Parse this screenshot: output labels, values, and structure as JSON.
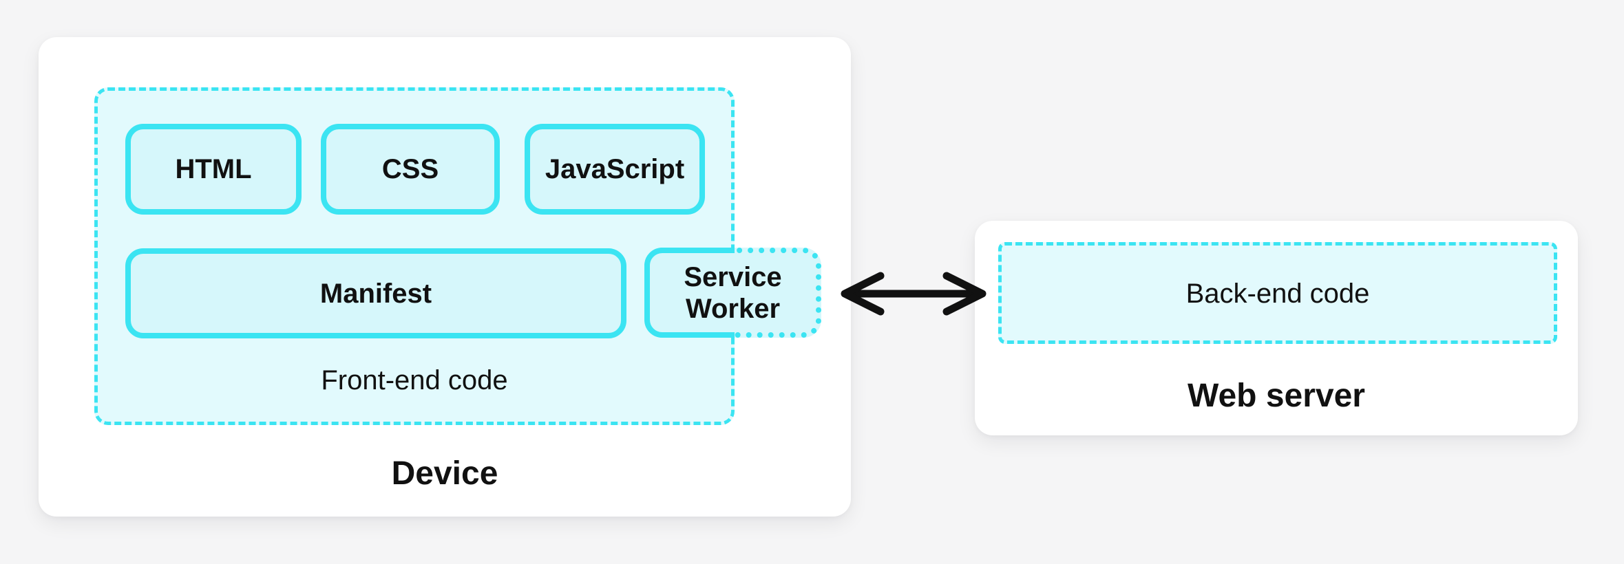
{
  "device_card": {
    "label": "Device",
    "frontend_group": {
      "label": "Front-end code",
      "row1": [
        {
          "label": "HTML"
        },
        {
          "label": "CSS"
        },
        {
          "label": "JavaScript"
        }
      ],
      "row2": [
        {
          "label": "Manifest"
        },
        {
          "label": "Service Worker"
        }
      ]
    }
  },
  "connector": {
    "icon": "bidirectional-arrow-icon"
  },
  "server_card": {
    "label": "Web server",
    "backend_group": {
      "label": "Back-end code"
    }
  },
  "colors": {
    "accent": "#3be4f2",
    "group_fill": "#e2fafd",
    "box_fill": "#d6f7fb",
    "text": "#111111",
    "arrow": "#111111",
    "card_bg": "#ffffff",
    "page_bg": "#f5f5f6"
  }
}
